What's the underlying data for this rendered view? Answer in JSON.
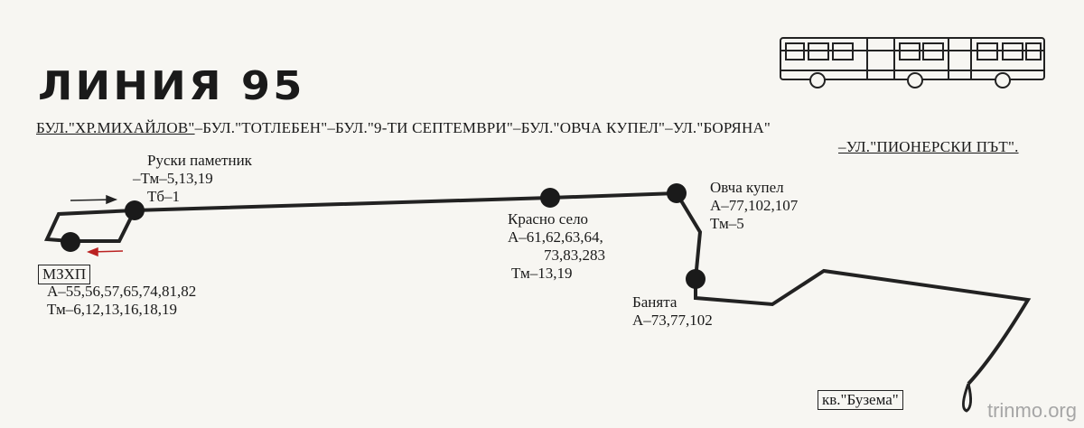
{
  "title": "ЛИНИЯ 95",
  "route_line1": {
    "s1": "БУЛ.\"ХР.МИХАЙЛОВ\"",
    "s2": "–БУЛ.\"ТОТЛЕБЕН\"–БУЛ.\"9-ТИ СЕПТЕМВРИ\"–БУЛ.\"ОВЧА КУПЕЛ\"–УЛ.\"БОРЯНА\""
  },
  "route_line2": "–УЛ.\"ПИОНЕРСКИ ПЪТ\".",
  "stops": {
    "ruski": {
      "name": "Руски паметник",
      "l1": "–Тм–5,13,19",
      "l2": "Тб–1"
    },
    "mzhp": {
      "name": "МЗХП",
      "l1": "А–55,56,57,65,74,81,82",
      "l2": "Тм–6,12,13,16,18,19"
    },
    "krasno": {
      "name": "Красно село",
      "l1": "А–61,62,63,64,",
      "l2": "73,83,283",
      "l3": "Тм–13,19"
    },
    "ovcha": {
      "name": "Овча купел",
      "l1": "А–77,102,107",
      "l2": "Тм–5"
    },
    "banyata": {
      "name": "Банята",
      "l1": "А–73,77,102"
    },
    "buzema": {
      "name": "кв.\"Бузема\""
    }
  },
  "watermark": "trinmo.org",
  "icons": [
    "bus-icon",
    "direction-arrow-icon"
  ]
}
